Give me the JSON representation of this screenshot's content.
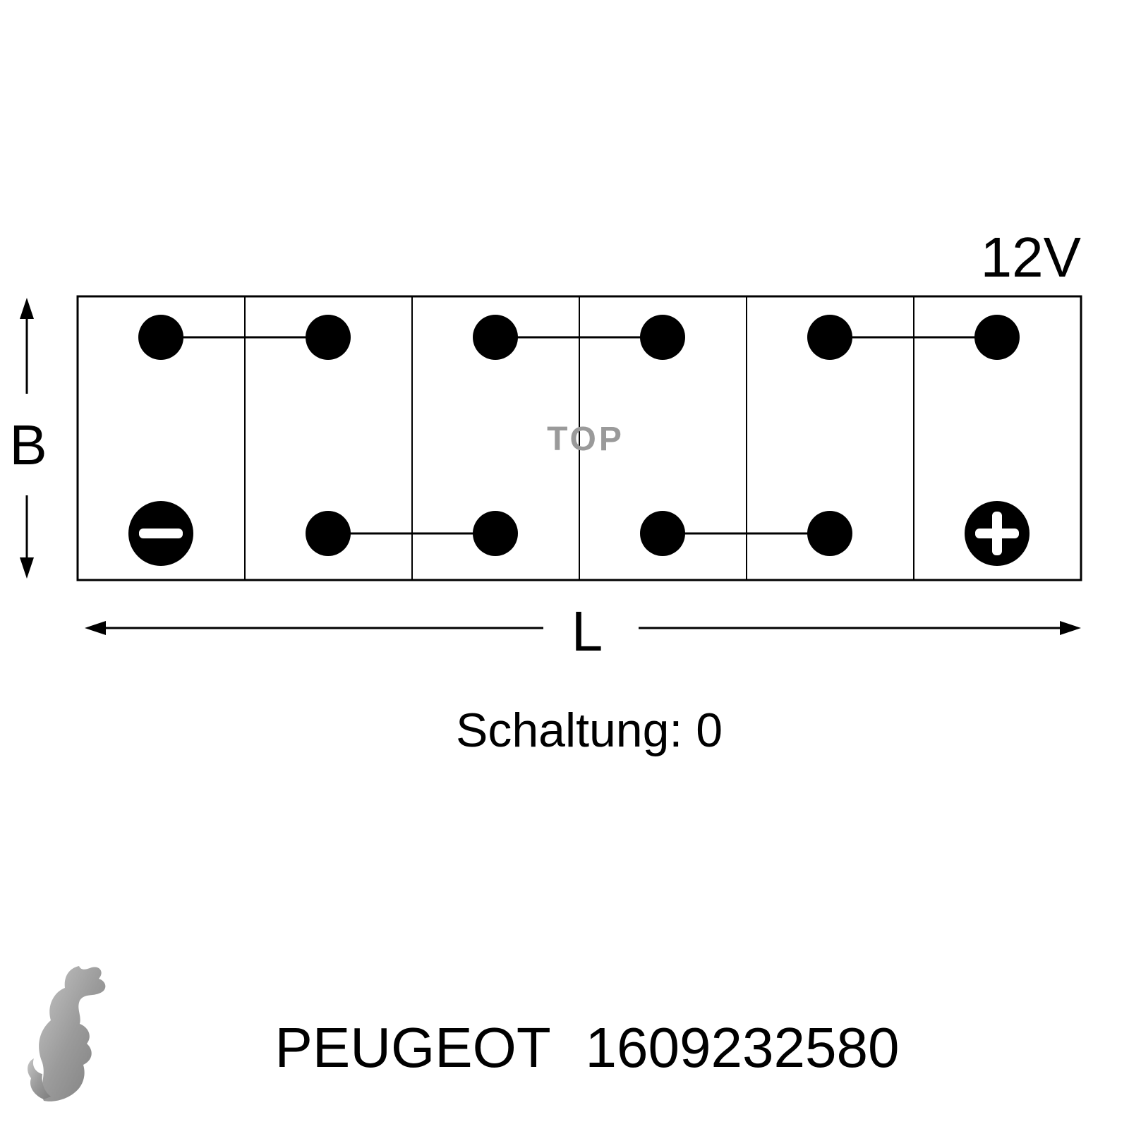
{
  "diagram": {
    "voltage_label": "12V",
    "top_marking": "TOP",
    "height_dimension_label": "B",
    "length_dimension_label": "L",
    "circuit_text": "Schaltung: 0",
    "cells": 6,
    "negative_terminal_symbol": "−",
    "positive_terminal_symbol": "+"
  },
  "footer": {
    "brand": "PEUGEOT",
    "part_number": "1609232580"
  },
  "colors": {
    "line": "#000000",
    "watermark_gray": "#9a9a9a",
    "logo_gray": "#9b9b9b",
    "background": "#ffffff"
  }
}
